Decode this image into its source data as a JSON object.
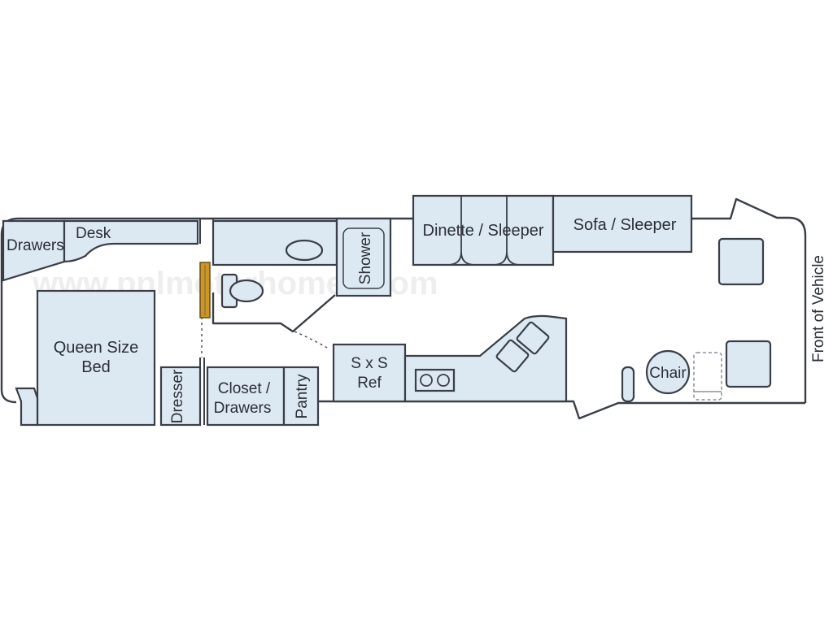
{
  "labels": {
    "drawers": "Drawers",
    "desk": "Desk",
    "queen_bed_line1": "Queen Size",
    "queen_bed_line2": "Bed",
    "dresser": "Dresser",
    "closet_line1": "Closet /",
    "closet_line2": "Drawers",
    "pantry": "Pantry",
    "shower": "Shower",
    "dinette": "Dinette / Sleeper",
    "sofa": "Sofa / Sleeper",
    "ref_line1": "S x S",
    "ref_line2": "Ref",
    "chair": "Chair",
    "front": "Front of Vehicle"
  },
  "watermark": "www.pnlmotorhomes.com",
  "colors": {
    "fixture_fill": "#dce8f2",
    "outline": "#3a3f47",
    "door_accent": "#c8962a"
  }
}
